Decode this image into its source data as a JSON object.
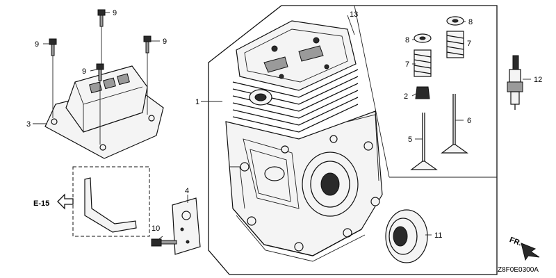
{
  "diagram": {
    "callouts": {
      "c13": "13",
      "c1": "1",
      "c2": "2",
      "c3": "3",
      "c4": "4",
      "c5": "5",
      "c6": "6",
      "c7a": "7",
      "c7b": "7",
      "c8a": "8",
      "c8b": "8",
      "c9a": "9",
      "c9b": "9",
      "c9c": "9",
      "c9d": "9",
      "c10": "10",
      "c11": "11",
      "c12": "12"
    },
    "reference": "E-15",
    "direction": "FR.",
    "drawing_code": "Z8F0E0300A"
  }
}
